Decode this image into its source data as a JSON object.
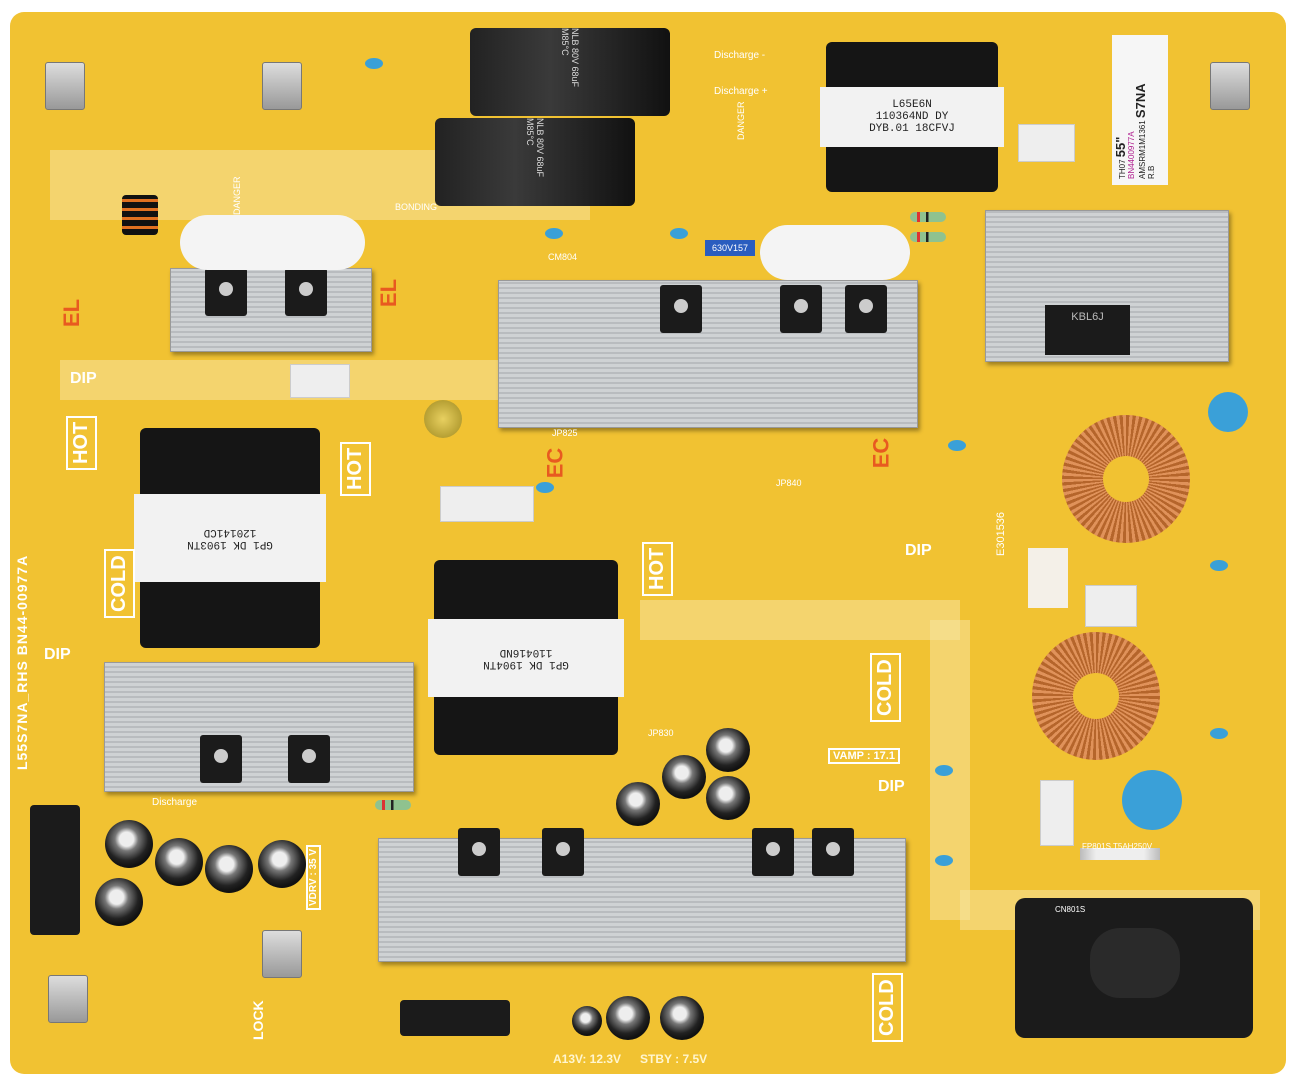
{
  "board_colors": {
    "pcb": "#f1c232",
    "silkscreen": "#ffffff",
    "heatsink": "#c4c7ca",
    "marking": "#e85a20"
  },
  "model_label": {
    "size": "55\"",
    "model": "S7NA",
    "line1": "TH07",
    "part": "BN4400977A",
    "code": "AMSRM1M1361",
    "rev": "R.B"
  },
  "board_id": "L55S7NA_RHS  BN44-00977A",
  "transformer_main": {
    "line1": "L65E6N",
    "line2": "110364ND DY",
    "line3": "DYB.01 18CFVJ"
  },
  "transformer_left": {
    "line1": "GP1 DK 1903TN",
    "line2": "120141CD"
  },
  "transformer_center": {
    "line1": "GP1 DK 1904TN",
    "line2": "110416ND"
  },
  "bridge": "KBL6J",
  "silk": {
    "hot": "HOT",
    "cold": "COLD",
    "dip": "DIP",
    "danger": "DANGER",
    "discharge_minus": "Discharge -",
    "discharge_plus": "Discharge +",
    "discharge": "Discharge",
    "vamp": "VAMP : 17.1",
    "vdrv": "VDRV : 35 V",
    "a13v": "A13V: 12.3V",
    "stby": "STBY : 7.5V",
    "ul": "E301536",
    "fuse": "FP801S T5AH250V",
    "cn801s": "CN801S",
    "lock": "LOCK",
    "bonding": "BONDING",
    "cap_rating": "630V157",
    "jp825": "JP825",
    "jp840": "JP840",
    "jp830": "JP830",
    "cm804": "CM804"
  },
  "big_caps": [
    "NLB 80V 68uF M85°C",
    "NLB 80V 68uF M85°C"
  ],
  "markings": [
    "EL",
    "EC"
  ]
}
